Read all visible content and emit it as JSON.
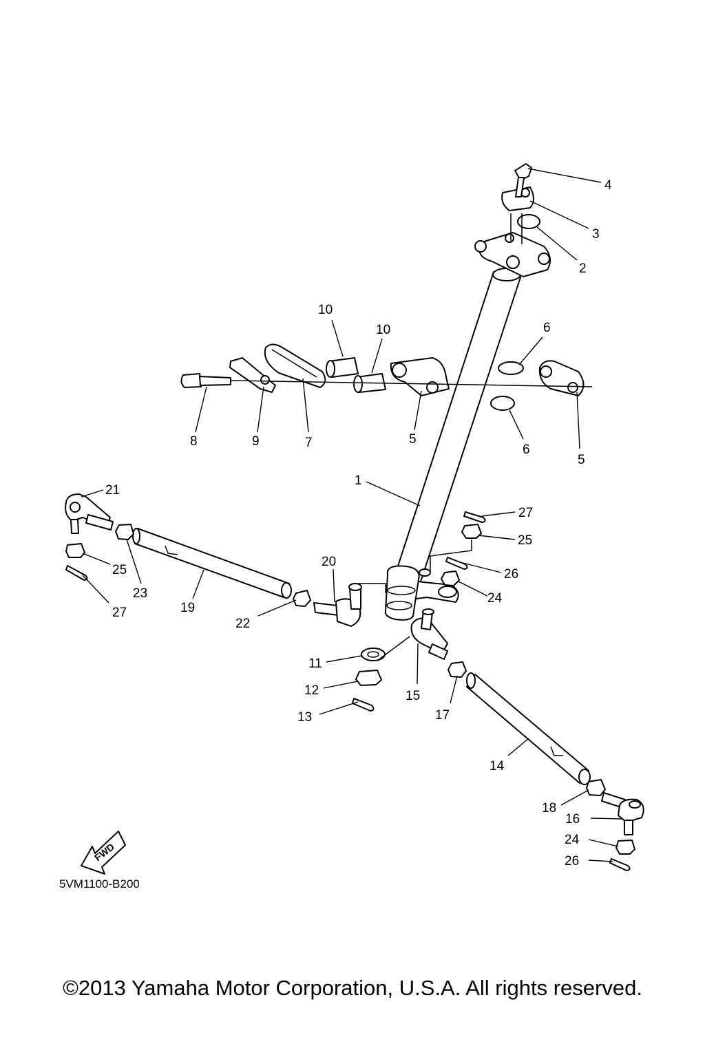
{
  "diagram": {
    "part_code": "5VM1100-B200",
    "fwd_label": "FWD",
    "callouts": [
      {
        "label": "1"
      },
      {
        "label": "2"
      },
      {
        "label": "3"
      },
      {
        "label": "4"
      },
      {
        "label": "5"
      },
      {
        "label": "5"
      },
      {
        "label": "6"
      },
      {
        "label": "6"
      },
      {
        "label": "7"
      },
      {
        "label": "8"
      },
      {
        "label": "9"
      },
      {
        "label": "10"
      },
      {
        "label": "10"
      },
      {
        "label": "11"
      },
      {
        "label": "12"
      },
      {
        "label": "13"
      },
      {
        "label": "14"
      },
      {
        "label": "15"
      },
      {
        "label": "16"
      },
      {
        "label": "17"
      },
      {
        "label": "18"
      },
      {
        "label": "19"
      },
      {
        "label": "20"
      },
      {
        "label": "21"
      },
      {
        "label": "22"
      },
      {
        "label": "23"
      },
      {
        "label": "24"
      },
      {
        "label": "24"
      },
      {
        "label": "25"
      },
      {
        "label": "25"
      },
      {
        "label": "26"
      },
      {
        "label": "26"
      },
      {
        "label": "27"
      },
      {
        "label": "27"
      }
    ]
  },
  "footer": {
    "copyright": "©2013 Yamaha Motor Corporation, U.S.A. All rights reserved."
  }
}
